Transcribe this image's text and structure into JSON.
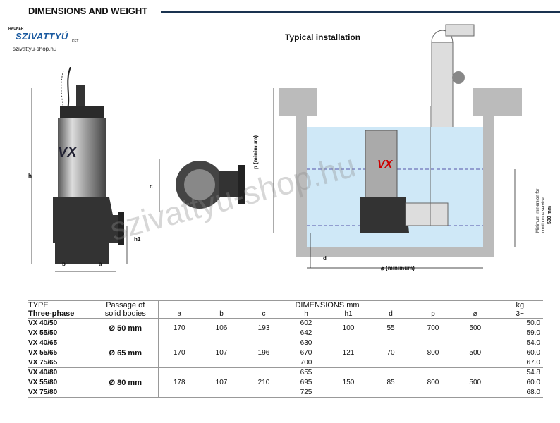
{
  "header": {
    "title": "DIMENSIONS AND WEIGHT"
  },
  "logo": {
    "top": "RAUKER",
    "main": "SZIVATTYÚ",
    "sub": "KFT.",
    "url": "szivattyu-shop.hu"
  },
  "installation_title": "Typical installation",
  "watermark": "szivattyu-shop.hu",
  "pump_labels": {
    "brand": "VX",
    "h": "h",
    "b": "b",
    "a": "a",
    "h1": "h1",
    "c": "c"
  },
  "install_labels": {
    "p": "p (minimum)",
    "d": "d",
    "min_width": "⌀ (minimum)",
    "immersion_1": "Minimum immersion for",
    "immersion_2": "continuous service",
    "immersion_3": "500 mm"
  },
  "table": {
    "type_label": "TYPE",
    "phase_label": "Three-phase",
    "passage_label_1": "Passage of",
    "passage_label_2": "solid bodies",
    "dims_label": "DIMENSIONS mm",
    "kg_label": "kg",
    "kg_sub": "3~",
    "cols": [
      "a",
      "b",
      "c",
      "h",
      "h1",
      "d",
      "p",
      "⌀"
    ],
    "groups": [
      {
        "models": [
          "VX 40/50",
          "VX 55/50"
        ],
        "passage": "Ø 50 mm",
        "a": "170",
        "b": "106",
        "c": "193",
        "h": [
          "602",
          "642"
        ],
        "h1": "100",
        "d": "55",
        "p": "700",
        "dia": "500",
        "kg": [
          "50.0",
          "59.0"
        ]
      },
      {
        "models": [
          "VX 40/65",
          "VX 55/65",
          "VX 75/65"
        ],
        "passage": "Ø 65 mm",
        "a": "170",
        "b": "107",
        "c": "196",
        "h": [
          "630",
          "670",
          "700"
        ],
        "h1": "121",
        "d": "70",
        "p": "800",
        "dia": "500",
        "kg": [
          "54.0",
          "60.0",
          "67.0"
        ]
      },
      {
        "models": [
          "VX 40/80",
          "VX 55/80",
          "VX 75/80"
        ],
        "passage": "Ø 80 mm",
        "a": "178",
        "b": "107",
        "c": "210",
        "h": [
          "655",
          "695",
          "725"
        ],
        "h1": "150",
        "d": "85",
        "p": "800",
        "dia": "500",
        "kg": [
          "54.8",
          "60.0",
          "68.0"
        ]
      }
    ]
  }
}
